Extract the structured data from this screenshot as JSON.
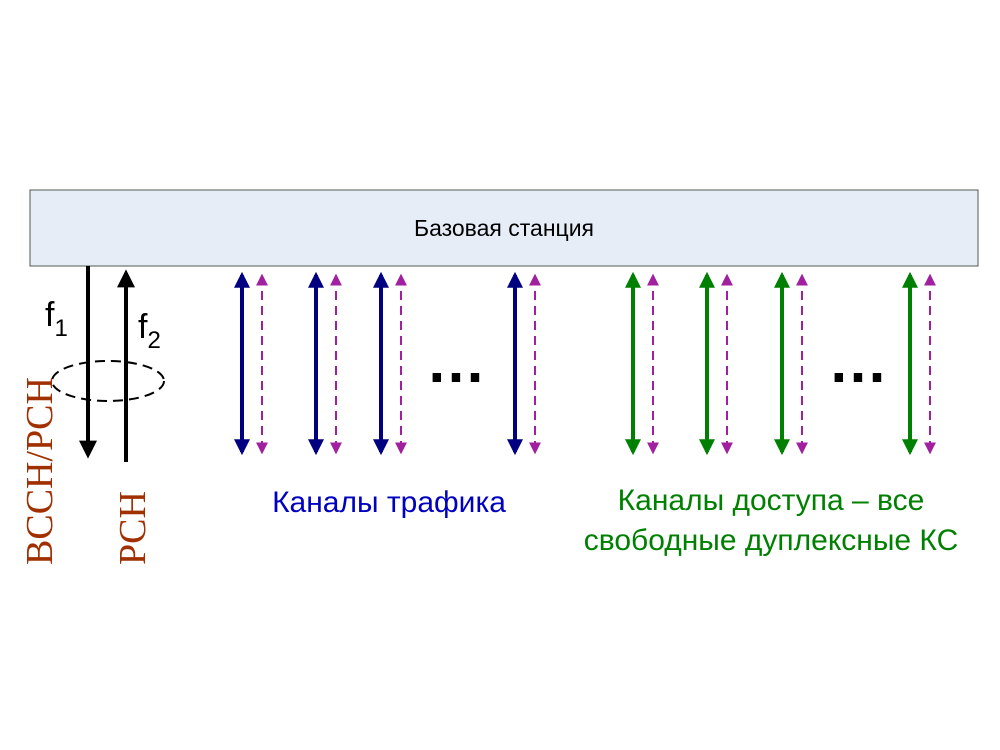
{
  "base_station": {
    "label": "Базовая станция",
    "fill": "#E6EDF7"
  },
  "control": {
    "f1": {
      "letter": "f",
      "sub": "1"
    },
    "f2": {
      "letter": "f",
      "sub": "2"
    },
    "label_f1": "BCCH/PCH",
    "label_f2": "PCH",
    "label_color": "#A03000"
  },
  "ellipsis": "…",
  "traffic": {
    "label": "Каналы трафика",
    "color": "#000080",
    "dashed_color": "#A020A0"
  },
  "access": {
    "label_line1": "Каналы доступа – все",
    "label_line2": "свободные дуплексные КС",
    "color": "#008000",
    "dashed_color": "#A020A0"
  }
}
